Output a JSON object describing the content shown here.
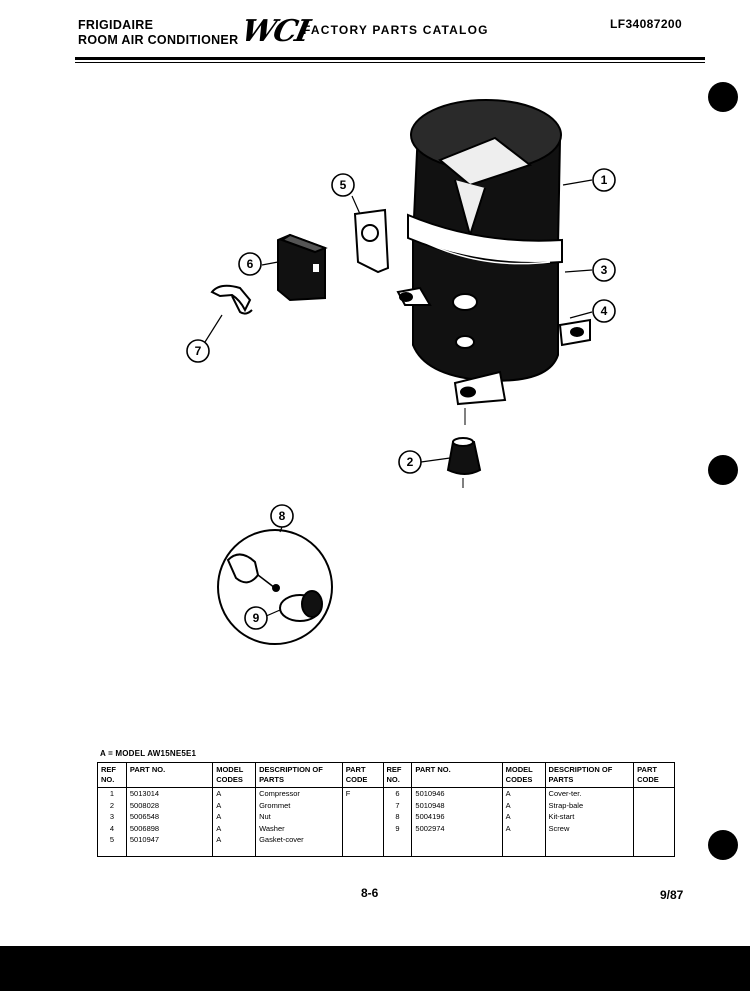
{
  "header": {
    "brand": "FRIGIDAIRE",
    "product": "ROOM AIR CONDITIONER",
    "logo": "WCI",
    "catalog_title": "FACTORY PARTS CATALOG",
    "catalog_number": "LF34087200"
  },
  "callouts": [
    "1",
    "2",
    "3",
    "4",
    "5",
    "6",
    "7",
    "8",
    "9"
  ],
  "model_note": "A = MODEL AW15NE5E1",
  "table": {
    "headers": {
      "ref_no": "REF NO.",
      "part_no": "PART NO.",
      "model_codes": "MODEL CODES",
      "description": "DESCRIPTION OF PARTS",
      "part_code": "PART CODE"
    },
    "left_rows": [
      {
        "ref": "1",
        "part": "5013014",
        "model": "A",
        "desc": "Compressor",
        "code": "F"
      },
      {
        "ref": "2",
        "part": "5008028",
        "model": "A",
        "desc": "Grommet",
        "code": ""
      },
      {
        "ref": "3",
        "part": "5006548",
        "model": "A",
        "desc": "Nut",
        "code": ""
      },
      {
        "ref": "4",
        "part": "5006898",
        "model": "A",
        "desc": "Washer",
        "code": ""
      },
      {
        "ref": "5",
        "part": "5010947",
        "model": "A",
        "desc": "Gasket-cover",
        "code": ""
      }
    ],
    "right_rows": [
      {
        "ref": "6",
        "part": "5010946",
        "model": "A",
        "desc": "Cover-ter.",
        "code": ""
      },
      {
        "ref": "7",
        "part": "5010948",
        "model": "A",
        "desc": "Strap-bale",
        "code": ""
      },
      {
        "ref": "8",
        "part": "5004196",
        "model": "A",
        "desc": "Kit-start",
        "code": ""
      },
      {
        "ref": "9",
        "part": "5002974",
        "model": "A",
        "desc": "Screw",
        "code": ""
      }
    ]
  },
  "footer": {
    "page": "8-6",
    "date": "9/87"
  }
}
